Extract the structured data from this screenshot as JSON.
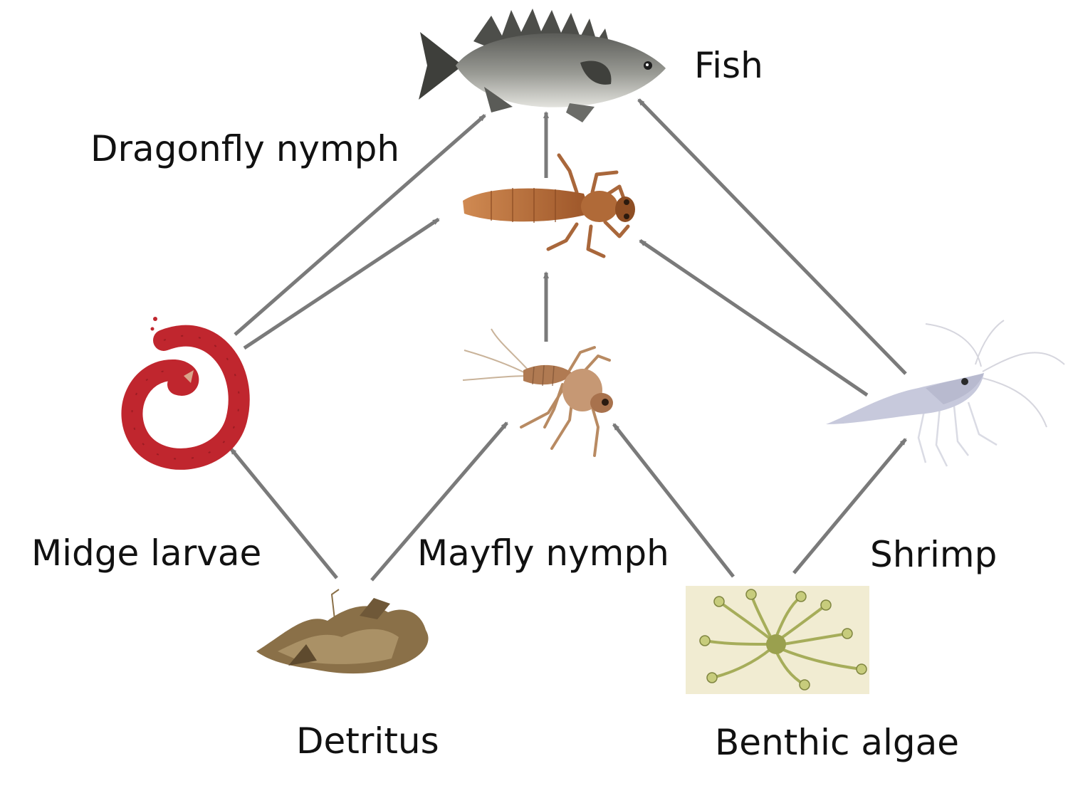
{
  "nodes": [
    {
      "id": "fish",
      "label": "Fish",
      "icon": "fish-icon"
    },
    {
      "id": "dragonfly",
      "label": "Dragonfly nymph",
      "icon": "dragonfly-nymph-icon"
    },
    {
      "id": "midge",
      "label": "Midge larvae",
      "icon": "midge-larvae-icon"
    },
    {
      "id": "mayfly",
      "label": "Mayfly nymph",
      "icon": "mayfly-nymph-icon"
    },
    {
      "id": "shrimp",
      "label": "Shrimp",
      "icon": "shrimp-icon"
    },
    {
      "id": "detritus",
      "label": "Detritus",
      "icon": "detritus-icon"
    },
    {
      "id": "algae",
      "label": "Benthic algae",
      "icon": "benthic-algae-icon"
    }
  ],
  "links": [
    {
      "from": "detritus",
      "to": "midge"
    },
    {
      "from": "detritus",
      "to": "mayfly"
    },
    {
      "from": "algae",
      "to": "mayfly"
    },
    {
      "from": "algae",
      "to": "shrimp"
    },
    {
      "from": "midge",
      "to": "fish"
    },
    {
      "from": "midge",
      "to": "dragonfly"
    },
    {
      "from": "mayfly",
      "to": "dragonfly"
    },
    {
      "from": "shrimp",
      "to": "dragonfly"
    },
    {
      "from": "dragonfly",
      "to": "fish"
    },
    {
      "from": "shrimp",
      "to": "fish"
    }
  ],
  "colors": {
    "arrow": "#7a7a7a",
    "fish_body": "#8e8f8a",
    "midge": "#c0262e",
    "dragonfly": "#b36a3a",
    "mayfly": "#b07a52",
    "shrimp": "#c7c9dc",
    "detritus": "#8a7048",
    "algae_bg": "#f1ecd2",
    "algae": "#a6ad5a"
  }
}
